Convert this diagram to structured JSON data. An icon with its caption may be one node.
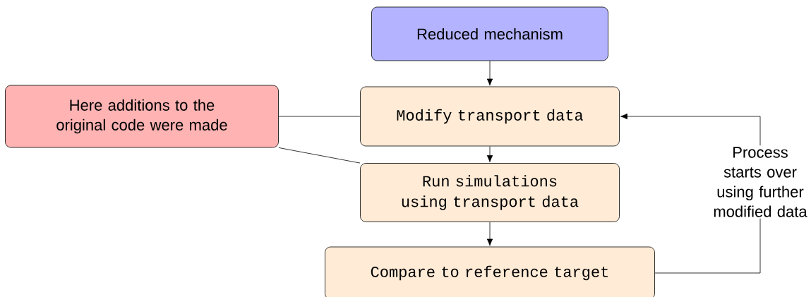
{
  "diagram": {
    "nodes": [
      {
        "text": [
          "Reduced mechanism"
        ]
      },
      {
        "text": [
          "Modify transport data"
        ]
      },
      {
        "text": [
          "Here additions to the original code were made"
        ]
      },
      {
        "text": [
          "Run simulations using transport data"
        ]
      },
      {
        "text": [
          "Compare to reference target"
        ]
      }
    ],
    "edges": [
      {
        "from": 0,
        "to": 1,
        "arrow": "to"
      },
      {
        "from": 1,
        "to": 3,
        "arrow": "to"
      },
      {
        "from": 3,
        "to": 4,
        "arrow": "to"
      },
      {
        "from": 2,
        "to": 1,
        "arrow": "none"
      },
      {
        "from": 2,
        "to": 3,
        "arrow": "none"
      },
      {
        "from": 4,
        "to": 1,
        "arrow": "to",
        "label": "Process starts over using further modified data"
      }
    ]
  }
}
